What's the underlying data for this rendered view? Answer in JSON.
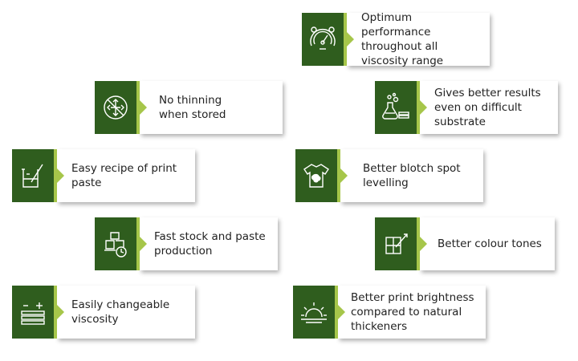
{
  "features": [
    {
      "icon": "gauge-icon",
      "text": "Optimum performance throughout all viscosity range"
    },
    {
      "icon": "no-thinning-icon",
      "text": "No thinning when stored"
    },
    {
      "icon": "lab-flask-icon",
      "text": "Gives better results even on difficult substrate"
    },
    {
      "icon": "beaker-icon",
      "text": "Easy recipe of print paste"
    },
    {
      "icon": "shirt-stain-icon",
      "text": "Better blotch spot levelling"
    },
    {
      "icon": "boxes-clock-icon",
      "text": "Fast stock and paste production"
    },
    {
      "icon": "colour-swatch-icon",
      "text": "Better colour tones"
    },
    {
      "icon": "layers-icon",
      "text": "Easily changeable viscosity"
    },
    {
      "icon": "sunrise-icon",
      "text": "Better print brightness compared to natural thickeners"
    }
  ],
  "colors": {
    "icon_bg": "#2f5d1e",
    "accent": "#a6c64a",
    "card_bg": "#ffffff",
    "text": "#222222"
  }
}
